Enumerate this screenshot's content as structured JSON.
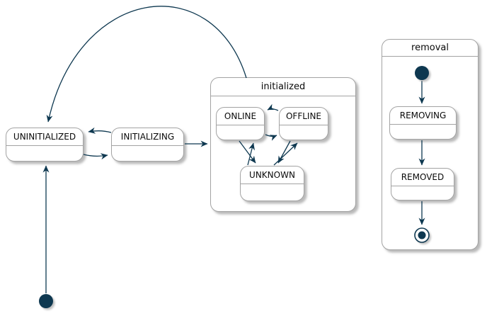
{
  "diagram": {
    "type": "uml-state-diagram",
    "composites": {
      "initialized": {
        "title": "initialized"
      },
      "removal": {
        "title": "removal"
      }
    },
    "states": {
      "uninitialized": {
        "label": "UNINITIALIZED"
      },
      "initializing": {
        "label": "INITIALIZING"
      },
      "online": {
        "label": "ONLINE"
      },
      "offline": {
        "label": "OFFLINE"
      },
      "unknown": {
        "label": "UNKNOWN"
      },
      "removing": {
        "label": "REMOVING"
      },
      "removed": {
        "label": "REMOVED"
      }
    },
    "pseudostates": [
      {
        "kind": "initial",
        "region": "main"
      },
      {
        "kind": "initial",
        "region": "removal"
      },
      {
        "kind": "final",
        "region": "removal"
      }
    ],
    "transitions": [
      {
        "from": "initial(main)",
        "to": "UNINITIALIZED"
      },
      {
        "from": "UNINITIALIZED",
        "to": "INITIALIZING"
      },
      {
        "from": "INITIALIZING",
        "to": "UNINITIALIZED"
      },
      {
        "from": "INITIALIZING",
        "to": "initialized"
      },
      {
        "from": "initialized",
        "to": "UNINITIALIZED"
      },
      {
        "from": "ONLINE",
        "to": "OFFLINE"
      },
      {
        "from": "OFFLINE",
        "to": "ONLINE"
      },
      {
        "from": "ONLINE",
        "to": "UNKNOWN"
      },
      {
        "from": "UNKNOWN",
        "to": "ONLINE"
      },
      {
        "from": "OFFLINE",
        "to": "UNKNOWN"
      },
      {
        "from": "UNKNOWN",
        "to": "OFFLINE"
      },
      {
        "from": "initial(removal)",
        "to": "REMOVING"
      },
      {
        "from": "REMOVING",
        "to": "REMOVED"
      },
      {
        "from": "REMOVED",
        "to": "final(removal)"
      }
    ],
    "colors": {
      "arrow": "#0e3850",
      "pseudostate": "#0e3850",
      "state_border": "#a3a3a3",
      "state_fill": "#ffffff",
      "text": "#0a0a0a"
    }
  }
}
